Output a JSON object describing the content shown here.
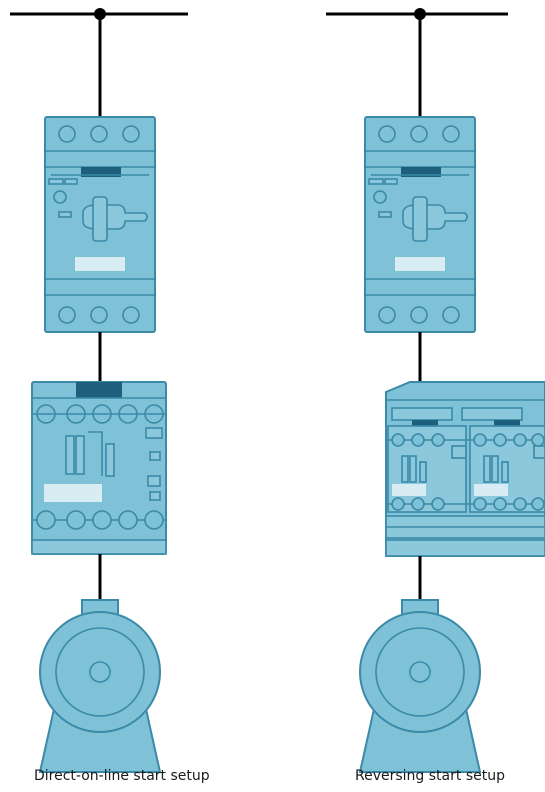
{
  "captions": {
    "direct_on_line": "Direct-on-line start setup",
    "reversing": "Reversing start setup"
  },
  "colors": {
    "device_fill": "#7fc1d6",
    "device_light": "#9bd0e0",
    "device_stroke": "#3a8aa8",
    "label_fill": "#d8ecf3",
    "dark_bar": "#1d5f7c",
    "wire": "#000000"
  },
  "components": {
    "direct_on_line": [
      "supply-line",
      "circuit-breaker",
      "contactor",
      "motor"
    ],
    "reversing": [
      "supply-line",
      "circuit-breaker",
      "reversing-contactor-assembly",
      "motor"
    ]
  }
}
